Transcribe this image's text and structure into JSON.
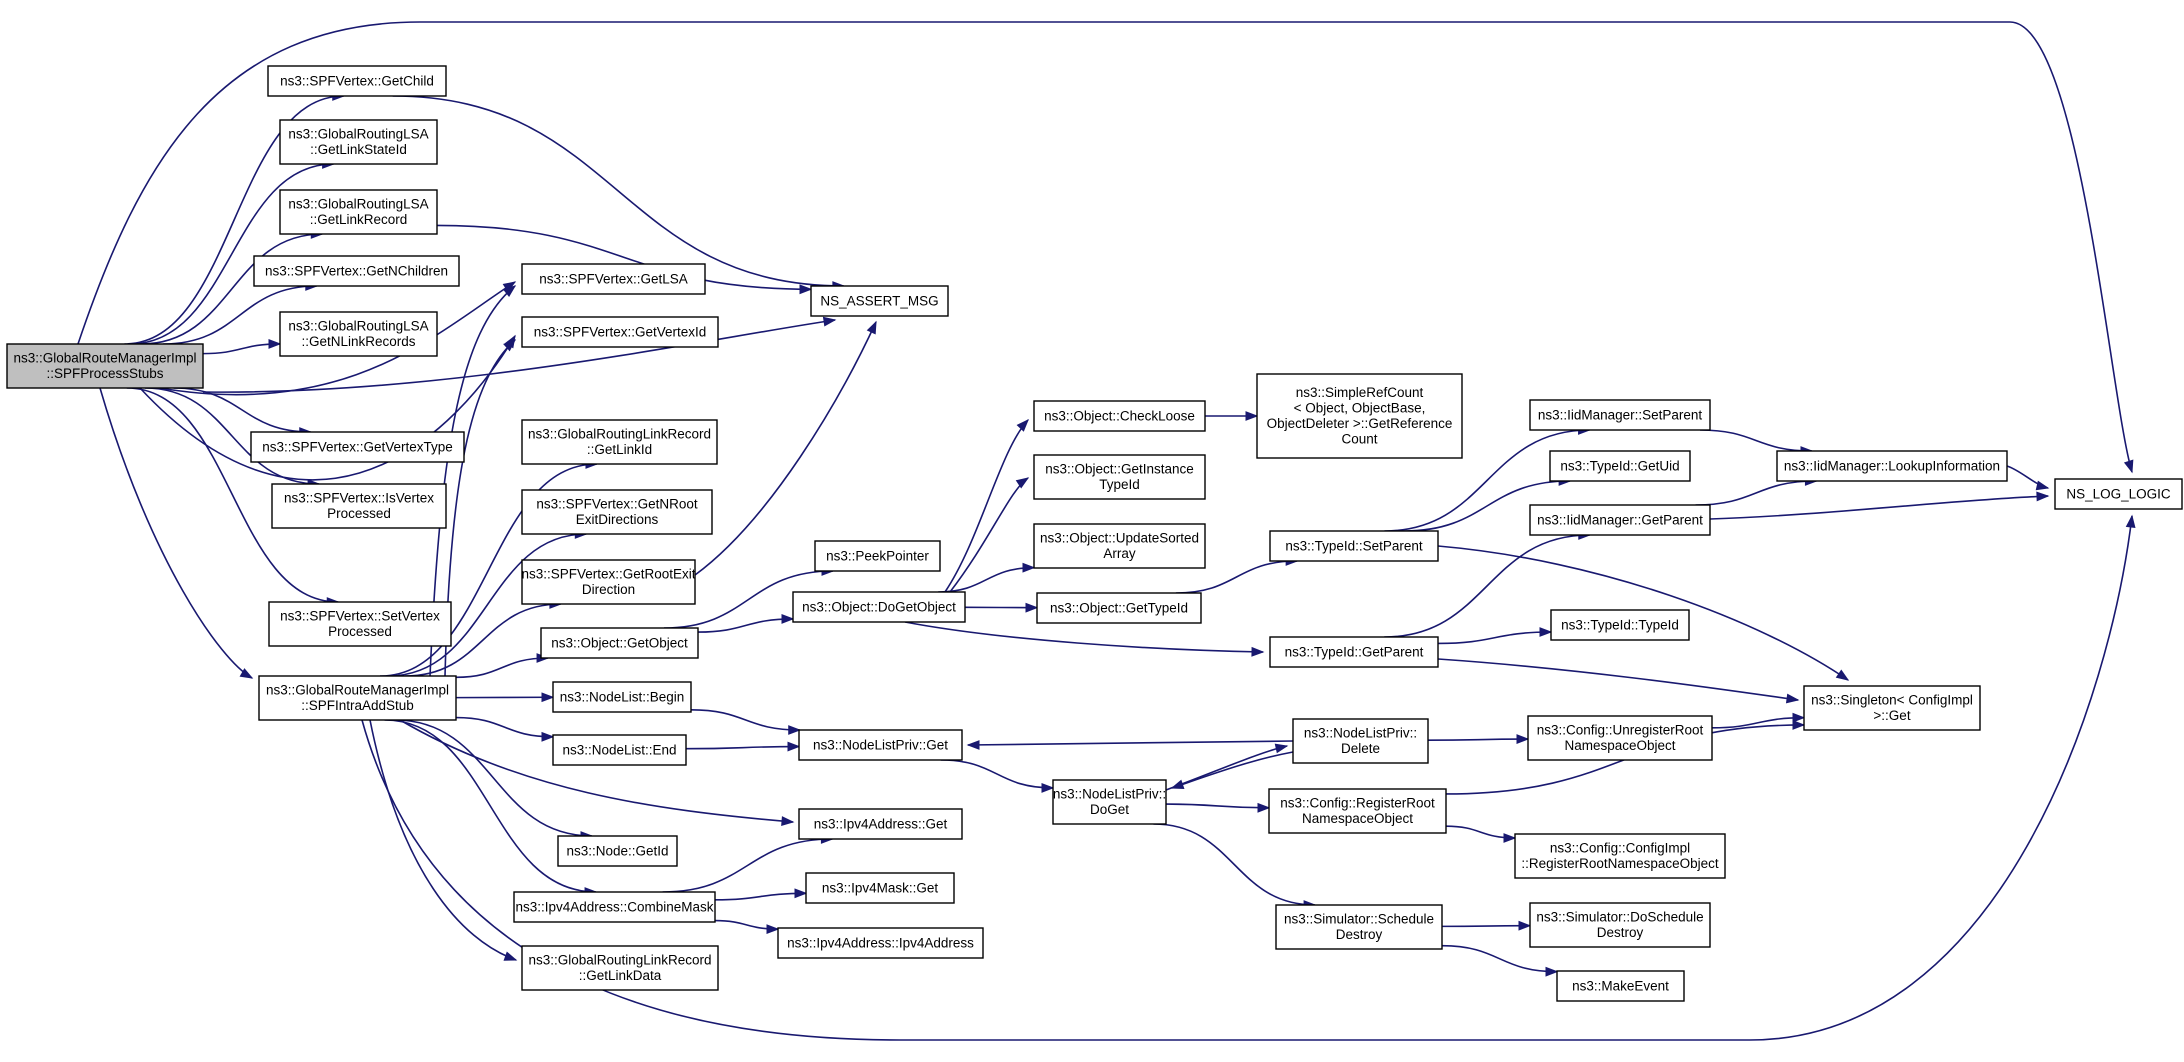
{
  "colors": {
    "edge": "#191970",
    "node_fill": "#ffffff",
    "node_border": "#000000",
    "root_fill": "#bfbfbf",
    "truncated_border": "#ff0000"
  },
  "nodes": [
    {
      "id": "root",
      "lines": [
        "ns3::GlobalRouteManagerImpl",
        "::SPFProcessStubs"
      ],
      "style": "root"
    },
    {
      "id": "getchild",
      "lines": [
        "ns3::SPFVertex::GetChild"
      ],
      "style": "normal"
    },
    {
      "id": "getlinkstateid",
      "lines": [
        "ns3::GlobalRoutingLSA",
        "::GetLinkStateId"
      ],
      "style": "normal"
    },
    {
      "id": "getlinkrecord",
      "lines": [
        "ns3::GlobalRoutingLSA",
        "::GetLinkRecord"
      ],
      "style": "normal"
    },
    {
      "id": "getnchildren",
      "lines": [
        "ns3::SPFVertex::GetNChildren"
      ],
      "style": "normal"
    },
    {
      "id": "getnlinkrecords",
      "lines": [
        "ns3::GlobalRoutingLSA",
        "::GetNLinkRecords"
      ],
      "style": "normal"
    },
    {
      "id": "getvertextype",
      "lines": [
        "ns3::SPFVertex::GetVertexType"
      ],
      "style": "normal"
    },
    {
      "id": "isvertexprocessed",
      "lines": [
        "ns3::SPFVertex::IsVertex",
        "Processed"
      ],
      "style": "normal"
    },
    {
      "id": "setvertexprocessed",
      "lines": [
        "ns3::SPFVertex::SetVertex",
        "Processed"
      ],
      "style": "normal"
    },
    {
      "id": "spfintraaddstub",
      "lines": [
        "ns3::GlobalRouteManagerImpl",
        "::SPFIntraAddStub"
      ],
      "style": "normal"
    },
    {
      "id": "getlsa",
      "lines": [
        "ns3::SPFVertex::GetLSA"
      ],
      "style": "normal"
    },
    {
      "id": "getvertexid",
      "lines": [
        "ns3::SPFVertex::GetVertexId"
      ],
      "style": "normal"
    },
    {
      "id": "getlinkid",
      "lines": [
        "ns3::GlobalRoutingLinkRecord",
        "::GetLinkId"
      ],
      "style": "normal"
    },
    {
      "id": "getnrootexitdirections",
      "lines": [
        "ns3::SPFVertex::GetNRoot",
        "ExitDirections"
      ],
      "style": "normal"
    },
    {
      "id": "getrootexitdirection",
      "lines": [
        "ns3::SPFVertex::GetRootExit",
        "Direction"
      ],
      "style": "normal"
    },
    {
      "id": "objectgetobject",
      "lines": [
        "ns3::Object::GetObject"
      ],
      "style": "normal"
    },
    {
      "id": "nodelistbegin",
      "lines": [
        "ns3::NodeList::Begin"
      ],
      "style": "normal"
    },
    {
      "id": "nodelistend",
      "lines": [
        "ns3::NodeList::End"
      ],
      "style": "normal"
    },
    {
      "id": "nodegetid",
      "lines": [
        "ns3::Node::GetId"
      ],
      "style": "normal"
    },
    {
      "id": "combinemask",
      "lines": [
        "ns3::Ipv4Address::CombineMask"
      ],
      "style": "normal"
    },
    {
      "id": "getlinkdata",
      "lines": [
        "ns3::GlobalRoutingLinkRecord",
        "::GetLinkData"
      ],
      "style": "normal"
    },
    {
      "id": "ns_assert_msg",
      "lines": [
        "NS_ASSERT_MSG"
      ],
      "style": "normal"
    },
    {
      "id": "peekpointer",
      "lines": [
        "ns3::PeekPointer"
      ],
      "style": "normal"
    },
    {
      "id": "dogetobject",
      "lines": [
        "ns3::Object::DoGetObject"
      ],
      "style": "normal"
    },
    {
      "id": "nodeprivget",
      "lines": [
        "ns3::NodeListPriv::Get"
      ],
      "style": "normal"
    },
    {
      "id": "ipv4addressget",
      "lines": [
        "ns3::Ipv4Address::Get"
      ],
      "style": "normal"
    },
    {
      "id": "ipv4maskget",
      "lines": [
        "ns3::Ipv4Mask::Get"
      ],
      "style": "normal"
    },
    {
      "id": "ipv4addressctor",
      "lines": [
        "ns3::Ipv4Address::Ipv4Address"
      ],
      "style": "normal"
    },
    {
      "id": "checkloose",
      "lines": [
        "ns3::Object::CheckLoose"
      ],
      "style": "normal"
    },
    {
      "id": "getinstancetypeid",
      "lines": [
        "ns3::Object::GetInstance",
        "TypeId"
      ],
      "style": "normal"
    },
    {
      "id": "updatesortedarray",
      "lines": [
        "ns3::Object::UpdateSorted",
        "Array"
      ],
      "style": "normal"
    },
    {
      "id": "objectgettypeid",
      "lines": [
        "ns3::Object::GetTypeId"
      ],
      "style": "normal"
    },
    {
      "id": "simplerefcount",
      "lines": [
        "ns3::SimpleRefCount",
        "< Object, ObjectBase,",
        "ObjectDeleter >::GetReference",
        "Count"
      ],
      "style": "normal"
    },
    {
      "id": "typeidsetparent",
      "lines": [
        "ns3::TypeId::SetParent"
      ],
      "style": "normal"
    },
    {
      "id": "typeidgetparent",
      "lines": [
        "ns3::TypeId::GetParent"
      ],
      "style": "normal"
    },
    {
      "id": "nodeprivdoget",
      "lines": [
        "ns3::NodeListPriv::",
        "DoGet"
      ],
      "style": "normal"
    },
    {
      "id": "nodeprivdelete",
      "lines": [
        "ns3::NodeListPriv::",
        "Delete"
      ],
      "style": "normal"
    },
    {
      "id": "registerroot",
      "lines": [
        "ns3::Config::RegisterRoot",
        "NamespaceObject"
      ],
      "style": "normal"
    },
    {
      "id": "scheduledestroy",
      "lines": [
        "ns3::Simulator::Schedule",
        "Destroy"
      ],
      "style": "normal"
    },
    {
      "id": "iidsetparent",
      "lines": [
        "ns3::IidManager::SetParent"
      ],
      "style": "normal"
    },
    {
      "id": "typeidgetuid",
      "lines": [
        "ns3::TypeId::GetUid"
      ],
      "style": "normal"
    },
    {
      "id": "iidgetparent",
      "lines": [
        "ns3::IidManager::GetParent"
      ],
      "style": "normal"
    },
    {
      "id": "typeidtypeid",
      "lines": [
        "ns3::TypeId::TypeId"
      ],
      "style": "normal"
    },
    {
      "id": "unregisterroot",
      "lines": [
        "ns3::Config::UnregisterRoot",
        "NamespaceObject"
      ],
      "style": "truncated"
    },
    {
      "id": "configimplregister",
      "lines": [
        "ns3::Config::ConfigImpl",
        "::RegisterRootNamespaceObject"
      ],
      "style": "normal"
    },
    {
      "id": "doscheduledestroy",
      "lines": [
        "ns3::Simulator::DoSchedule",
        "Destroy"
      ],
      "style": "truncated"
    },
    {
      "id": "makeevent",
      "lines": [
        "ns3::MakeEvent"
      ],
      "style": "truncated"
    },
    {
      "id": "lookupinformation",
      "lines": [
        "ns3::IidManager::LookupInformation"
      ],
      "style": "normal"
    },
    {
      "id": "singletonget",
      "lines": [
        "ns3::Singleton< ConfigImpl",
        " >::Get"
      ],
      "style": "normal"
    },
    {
      "id": "ns_log_logic",
      "lines": [
        "NS_LOG_LOGIC"
      ],
      "style": "normal"
    }
  ],
  "edges": [
    [
      "root",
      "ns_log_logic"
    ],
    [
      "root",
      "getchild"
    ],
    [
      "root",
      "getlinkstateid"
    ],
    [
      "root",
      "getlinkrecord"
    ],
    [
      "root",
      "getnchildren"
    ],
    [
      "root",
      "getnlinkrecords"
    ],
    [
      "root",
      "getlsa"
    ],
    [
      "root",
      "ns_assert_msg"
    ],
    [
      "root",
      "getvertextype"
    ],
    [
      "root",
      "isvertexprocessed"
    ],
    [
      "root",
      "getvertexid"
    ],
    [
      "root",
      "setvertexprocessed"
    ],
    [
      "root",
      "spfintraaddstub"
    ],
    [
      "getchild",
      "ns_assert_msg"
    ],
    [
      "getlinkrecord",
      "ns_assert_msg"
    ],
    [
      "spfintraaddstub",
      "getlsa"
    ],
    [
      "spfintraaddstub",
      "getvertexid"
    ],
    [
      "spfintraaddstub",
      "getlinkid"
    ],
    [
      "spfintraaddstub",
      "getnrootexitdirections"
    ],
    [
      "spfintraaddstub",
      "getrootexitdirection"
    ],
    [
      "spfintraaddstub",
      "objectgetobject"
    ],
    [
      "spfintraaddstub",
      "nodelistbegin"
    ],
    [
      "spfintraaddstub",
      "nodelistend"
    ],
    [
      "spfintraaddstub",
      "ipv4addressget"
    ],
    [
      "spfintraaddstub",
      "nodegetid"
    ],
    [
      "spfintraaddstub",
      "combinemask"
    ],
    [
      "spfintraaddstub",
      "getlinkdata"
    ],
    [
      "spfintraaddstub",
      "ns_log_logic"
    ],
    [
      "getrootexitdirection",
      "ns_assert_msg"
    ],
    [
      "objectgetobject",
      "peekpointer"
    ],
    [
      "objectgetobject",
      "dogetobject"
    ],
    [
      "nodelistbegin",
      "nodeprivget"
    ],
    [
      "nodelistend",
      "nodeprivget"
    ],
    [
      "combinemask",
      "ipv4addressget"
    ],
    [
      "combinemask",
      "ipv4maskget"
    ],
    [
      "combinemask",
      "ipv4addressctor"
    ],
    [
      "dogetobject",
      "checkloose"
    ],
    [
      "dogetobject",
      "getinstancetypeid"
    ],
    [
      "dogetobject",
      "updatesortedarray"
    ],
    [
      "dogetobject",
      "objectgettypeid"
    ],
    [
      "dogetobject",
      "typeidgetparent"
    ],
    [
      "checkloose",
      "simplerefcount"
    ],
    [
      "objectgettypeid",
      "typeidsetparent"
    ],
    [
      "nodeprivget",
      "nodeprivdoget"
    ],
    [
      "nodeprivdoget",
      "nodeprivdelete"
    ],
    [
      "nodeprivdoget",
      "registerroot"
    ],
    [
      "nodeprivdoget",
      "scheduledestroy"
    ],
    [
      "nodeprivdelete",
      "nodeprivget"
    ],
    [
      "nodeprivdelete",
      "nodeprivdoget"
    ],
    [
      "nodeprivdelete",
      "unregisterroot"
    ],
    [
      "typeidsetparent",
      "iidsetparent"
    ],
    [
      "typeidsetparent",
      "typeidgetuid"
    ],
    [
      "typeidsetparent",
      "singletonget"
    ],
    [
      "typeidgetparent",
      "iidgetparent"
    ],
    [
      "typeidgetparent",
      "typeidtypeid"
    ],
    [
      "typeidgetparent",
      "singletonget"
    ],
    [
      "iidsetparent",
      "lookupinformation"
    ],
    [
      "iidgetparent",
      "lookupinformation"
    ],
    [
      "iidgetparent",
      "ns_log_logic"
    ],
    [
      "lookupinformation",
      "ns_log_logic"
    ],
    [
      "unregisterroot",
      "singletonget"
    ],
    [
      "registerroot",
      "singletonget"
    ],
    [
      "registerroot",
      "configimplregister"
    ],
    [
      "scheduledestroy",
      "doscheduledestroy"
    ],
    [
      "scheduledestroy",
      "makeevent"
    ]
  ]
}
